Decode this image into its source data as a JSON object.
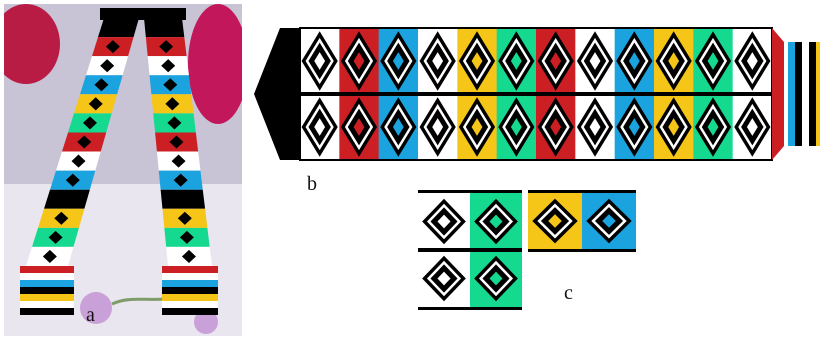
{
  "labels": {
    "a": "a",
    "b": "b",
    "c": "c"
  },
  "colors": {
    "red": "#cc1f24",
    "blue": "#1aa3de",
    "white": "#ffffff",
    "yellow": "#f5c518",
    "green": "#16d990",
    "black": "#000000",
    "photo_bg": "#c9c3d6",
    "flower": "#c9a0d8",
    "leaf": "#7d9c6a"
  },
  "pattern_b": {
    "stripe_sequence": [
      "white",
      "red",
      "blue",
      "white",
      "yellow",
      "green",
      "red",
      "white",
      "blue",
      "yellow",
      "green",
      "white"
    ],
    "rows": 2,
    "end_stripes": [
      "blue",
      "black",
      "white",
      "black",
      "yellow",
      "white"
    ]
  },
  "swatch_c1": {
    "columns": [
      "white",
      "green"
    ],
    "rows": 2
  },
  "swatch_c2": {
    "columns": [
      "yellow",
      "blue"
    ],
    "rows": 1
  },
  "photo": {
    "leg_colors": [
      "black",
      "red",
      "white",
      "blue",
      "yellow",
      "green",
      "red",
      "white",
      "blue",
      "black",
      "yellow",
      "green",
      "white"
    ],
    "cuff_colors": [
      "red",
      "white",
      "blue",
      "black",
      "yellow",
      "white",
      "black"
    ]
  }
}
